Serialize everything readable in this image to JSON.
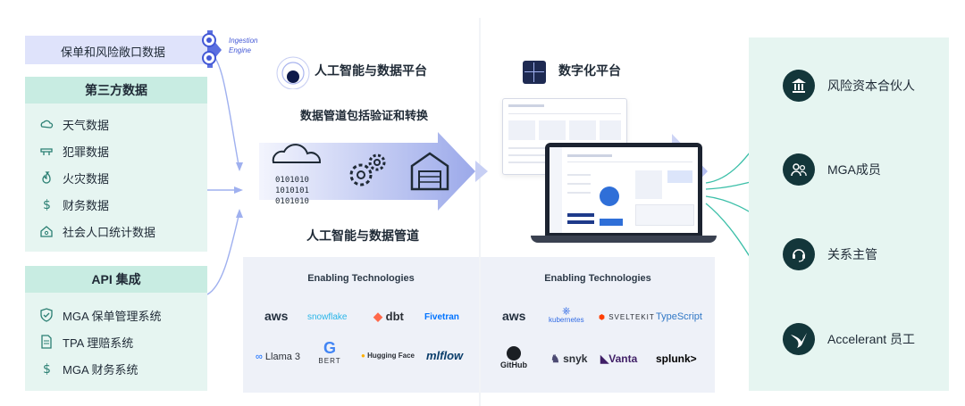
{
  "sources": {
    "policy_header": "保单和风险敞口数据",
    "ingestion_label": "Ingestion\nEngine",
    "third_party": {
      "title": "第三方数据",
      "items": [
        {
          "label": "天气数据",
          "icon": "cloud-sun-icon"
        },
        {
          "label": "犯罪数据",
          "icon": "thief-mask-icon"
        },
        {
          "label": "火灾数据",
          "icon": "flame-icon"
        },
        {
          "label": "财务数据",
          "icon": "dollar-icon"
        },
        {
          "label": "社会人口统计数据",
          "icon": "house-people-icon"
        }
      ]
    },
    "api": {
      "title": "API 集成",
      "items": [
        {
          "label": "MGA 保单管理系统",
          "icon": "shield-check-icon"
        },
        {
          "label": "TPA 理赔系统",
          "icon": "document-icon"
        },
        {
          "label": "MGA 财务系统",
          "icon": "dollar-icon"
        }
      ]
    }
  },
  "ai_platform": {
    "title": "人工智能与数据平台",
    "pipeline_note": "数据管道包括验证和转换",
    "pipeline_label": "人工智能与数据管道",
    "tech_title": "Enabling Technologies",
    "logos": [
      "aws",
      "snowflake",
      "dbt",
      "Fivetran",
      "Llama 3",
      "BERT",
      "Hugging Face",
      "mlflow"
    ]
  },
  "digital_platform": {
    "title": "数字化平台",
    "tech_title": "Enabling Technologies",
    "logos": [
      "aws",
      "kubernetes",
      "SVELTEKIT",
      "TypeScript",
      "GitHub",
      "snyk",
      "Vanta",
      "splunk>"
    ]
  },
  "personas": [
    {
      "label": "风险资本合伙人",
      "icon": "bank-building-icon"
    },
    {
      "label": "MGA成员",
      "icon": "people-icon"
    },
    {
      "label": "关系主管",
      "icon": "headset-icon"
    },
    {
      "label": "Accelerant 员工",
      "icon": "bird-icon"
    }
  ],
  "colors": {
    "blue_panel": "#dfe3fb",
    "green_panel": "#e6f5f1",
    "green_header": "#c8ece2",
    "arrow_blue": "#6f82e8",
    "persona_dark": "#13363a"
  }
}
